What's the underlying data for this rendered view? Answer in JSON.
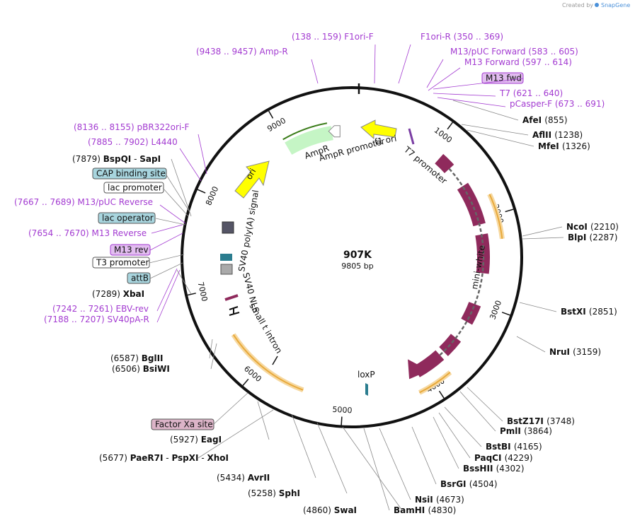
{
  "credit": {
    "prefix": "Created by",
    "brand": "SnapGene"
  },
  "plasmid": {
    "name": "907K",
    "length": "9805 bp"
  },
  "ticks": [
    "1000",
    "2000",
    "3000",
    "4000",
    "5000",
    "6000",
    "7000",
    "8000",
    "9000"
  ],
  "primers": [
    {
      "name": "F1ori-F",
      "range": "(138 .. 159)"
    },
    {
      "name": "F1ori-R",
      "range": "(350 .. 369)"
    },
    {
      "name": "Amp-R",
      "range": "(9438 .. 9457)"
    },
    {
      "name": "M13/pUC Forward",
      "range": "(583 .. 605)"
    },
    {
      "name": "M13 Forward",
      "range": "(597 .. 614)"
    },
    {
      "name": "T7",
      "range": "(621 .. 640)"
    },
    {
      "name": "pCasper-F",
      "range": "(673 .. 691)"
    },
    {
      "name": "pBR322ori-F",
      "range": "(8136 .. 8155)"
    },
    {
      "name": "L4440",
      "range": "(7885 .. 7902)"
    },
    {
      "name": "M13/pUC Reverse",
      "range": "(7667 .. 7689)"
    },
    {
      "name": "M13 Reverse",
      "range": "(7654 .. 7670)"
    },
    {
      "name": "EBV-rev",
      "range": "(7242 .. 7261)"
    },
    {
      "name": "SV40pA-R",
      "range": "(7188 .. 7207)"
    }
  ],
  "sites": [
    {
      "name": "AfeI",
      "pos": "(855)"
    },
    {
      "name": "AflII",
      "pos": "(1238)"
    },
    {
      "name": "MfeI",
      "pos": "(1326)"
    },
    {
      "name": "NcoI",
      "pos": "(2210)"
    },
    {
      "name": "BlpI",
      "pos": "(2287)"
    },
    {
      "name": "BstXI",
      "pos": "(2851)"
    },
    {
      "name": "NruI",
      "pos": "(3159)"
    },
    {
      "name": "BstZ17I",
      "pos": "(3748)"
    },
    {
      "name": "PmlI",
      "pos": "(3864)"
    },
    {
      "name": "BstBI",
      "pos": "(4165)"
    },
    {
      "name": "PaqCI",
      "pos": "(4229)"
    },
    {
      "name": "BssHII",
      "pos": "(4302)"
    },
    {
      "name": "BsrGI",
      "pos": "(4504)"
    },
    {
      "name": "NsiI",
      "pos": "(4673)"
    },
    {
      "name": "BamHI",
      "pos": "(4830)"
    },
    {
      "name": "SwaI",
      "pos": "(4860)"
    },
    {
      "name": "SphI",
      "pos": "(5258)"
    },
    {
      "name": "AvrII",
      "pos": "(5434)"
    },
    {
      "name": "PaeR7I",
      "pos": "(5677)",
      "extra": [
        "PspXI",
        "XhoI"
      ]
    },
    {
      "name": "EagI",
      "pos": "(5927)"
    },
    {
      "name": "BsiWI",
      "pos": "(6506)"
    },
    {
      "name": "BglII",
      "pos": "(6587)"
    },
    {
      "name": "XbaI",
      "pos": "(7289)"
    },
    {
      "name": "BspQI",
      "pos": "(7879)",
      "extra": [
        "SapI"
      ]
    }
  ],
  "boxed": {
    "m13fwd": "M13 fwd",
    "cap": "CAP binding site",
    "lacprom": "lac promoter",
    "lacop": "lac operator",
    "m13rev": "M13 rev",
    "t3": "T3 promoter",
    "attb": "attB",
    "fxa": "Factor Xa site"
  },
  "features": {
    "f1ori": "f1 ori",
    "ampr": "AmpR",
    "ampr_promoter": "AmpR promoter",
    "t7promoter": "T7 promoter",
    "ori": "ori",
    "sv40polya": "SV40 poly(A) signal",
    "sv40nls": "SV40 NLS",
    "small_t": "small t intron",
    "miniwhite": "mini-white",
    "loxp": "loxP"
  },
  "colors": {
    "primer": "#a33bd1",
    "ori": "#ffff00",
    "ampr": "#c5f5c5",
    "ampr_dark": "#3b7d1a",
    "miniwhite": "#8f2a5c",
    "orf": "#e8a93a",
    "teal": "#2b7d8f",
    "gray": "#aaaaaa"
  }
}
